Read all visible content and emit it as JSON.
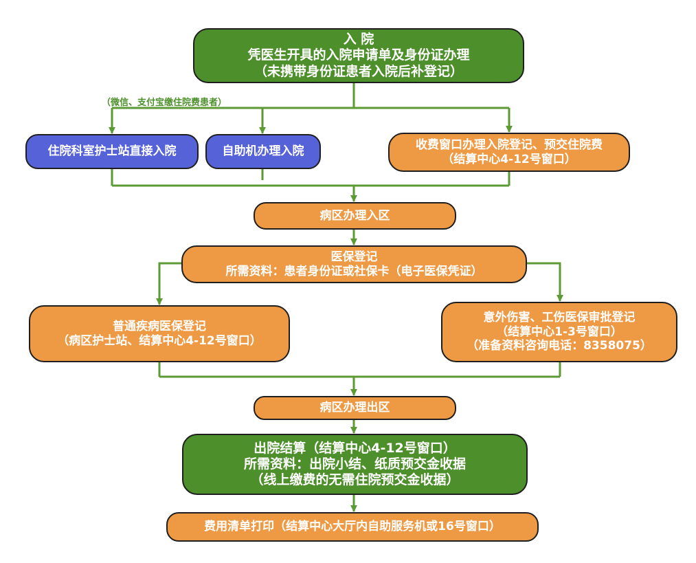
{
  "colors": {
    "green": "#4d8f2b",
    "orange": "#ee9a45",
    "blue": "#5662d8",
    "connector": "#5c9a34"
  },
  "nodes": {
    "admission": {
      "title": "入  院",
      "line2": "凭医生开具的入院申请单及身份证办理",
      "line3": "（未携带身份证患者入院后补登记）"
    },
    "online_note": "（微信、支付宝缴住院费患者）",
    "nurse_station": "住院科室护士站直接入院",
    "kiosk": "自助机办理入院",
    "cashier": {
      "line1": "收费窗口办理入院登记、预交住院费",
      "line2": "（结算中心4-12号窗口）"
    },
    "ward_in": "病区办理入区",
    "insurance": {
      "line1": "医保登记",
      "line2": "所需资料：患者身份证或社保卡（电子医保凭证）"
    },
    "regular": {
      "line1": "普通疾病医保登记",
      "line2": "（病区护士站、结算中心4-12号窗口）"
    },
    "injury": {
      "line1": "意外伤害、工伤医保审批登记",
      "line2": "（结算中心1-3号窗口）",
      "line3": "（准备资料咨询电话：8358075）"
    },
    "ward_out": "病区办理出区",
    "discharge": {
      "line1": "出院结算（结算中心4-12号窗口）",
      "line2": "所需资料：出院小结、纸质预交金收据",
      "line3": "（线上缴费的无需住院预交金收据）"
    },
    "print": "费用清单打印（结算中心大厅内自助服务机或16号窗口）"
  }
}
